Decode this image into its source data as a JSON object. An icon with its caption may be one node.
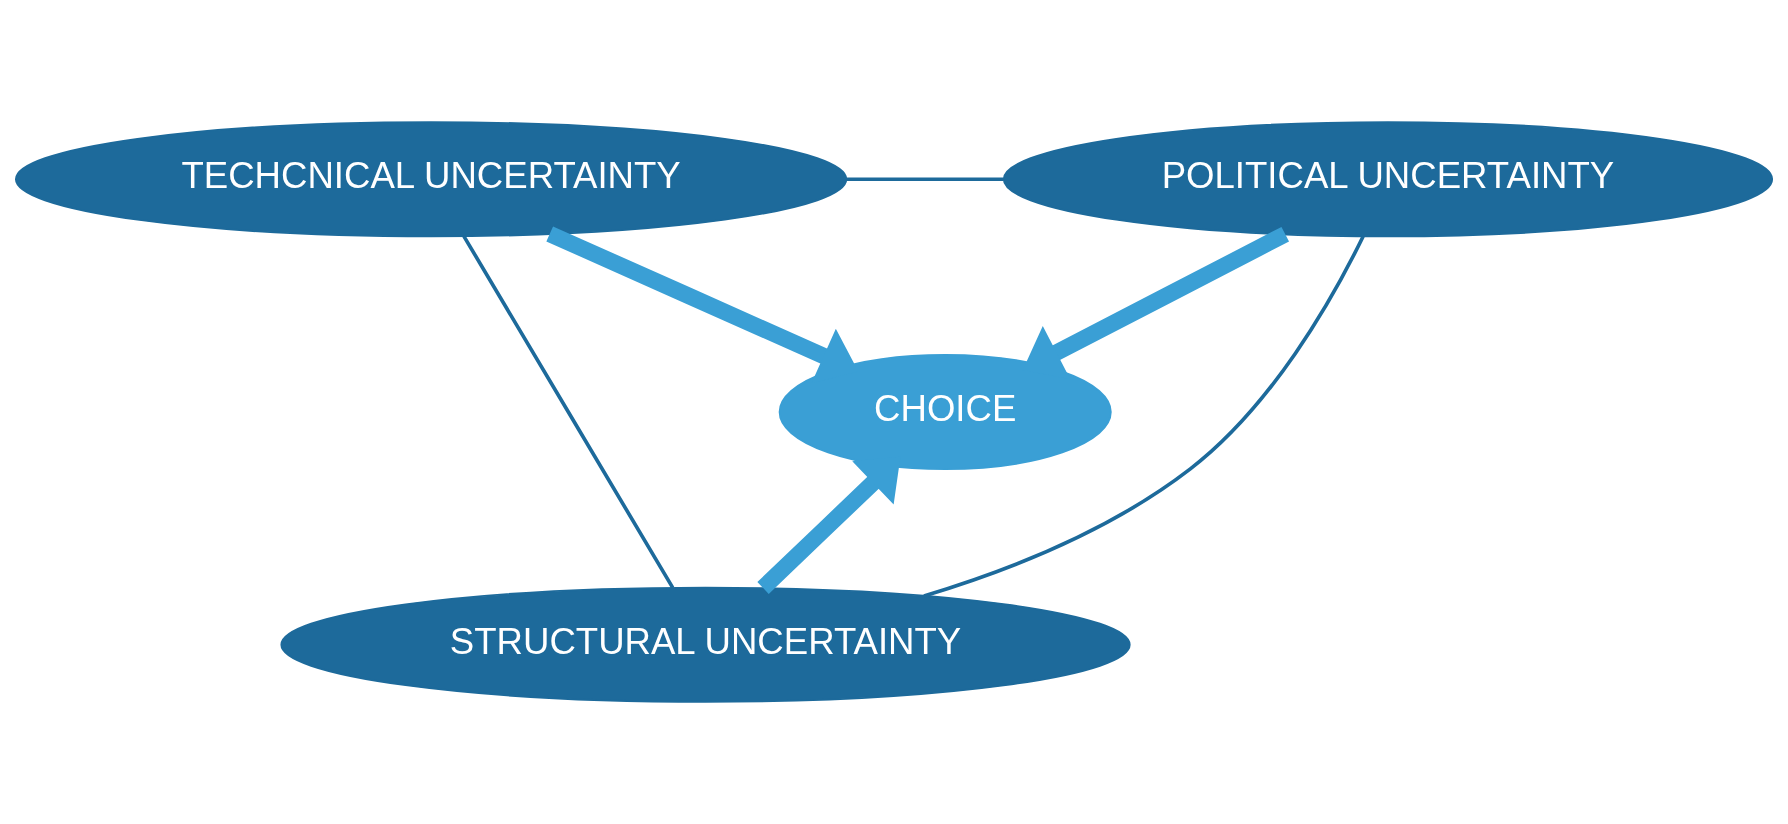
{
  "diagram": {
    "nodes": [
      {
        "text": [
          "TECHCNICAL UNCERTAINTY"
        ]
      },
      {
        "text": [
          "POLITICAL UNCERTAINTY"
        ]
      },
      {
        "text": [
          "CHOICE"
        ]
      },
      {
        "text": [
          "STRUCTURAL UNCERTAINTY"
        ]
      }
    ],
    "edges": [
      {
        "from": 0,
        "to": 2,
        "arrow": "to",
        "style": "thick",
        "color": "#3a9fd5"
      },
      {
        "from": 1,
        "to": 2,
        "arrow": "to",
        "style": "thick",
        "color": "#3a9fd5"
      },
      {
        "from": 3,
        "to": 2,
        "arrow": "to",
        "style": "thick",
        "color": "#3a9fd5"
      },
      {
        "from": 0,
        "to": 1,
        "arrow": "none"
      },
      {
        "from": 0,
        "to": 3,
        "arrow": "none"
      },
      {
        "from": 1,
        "to": 3,
        "arrow": "none"
      }
    ]
  }
}
